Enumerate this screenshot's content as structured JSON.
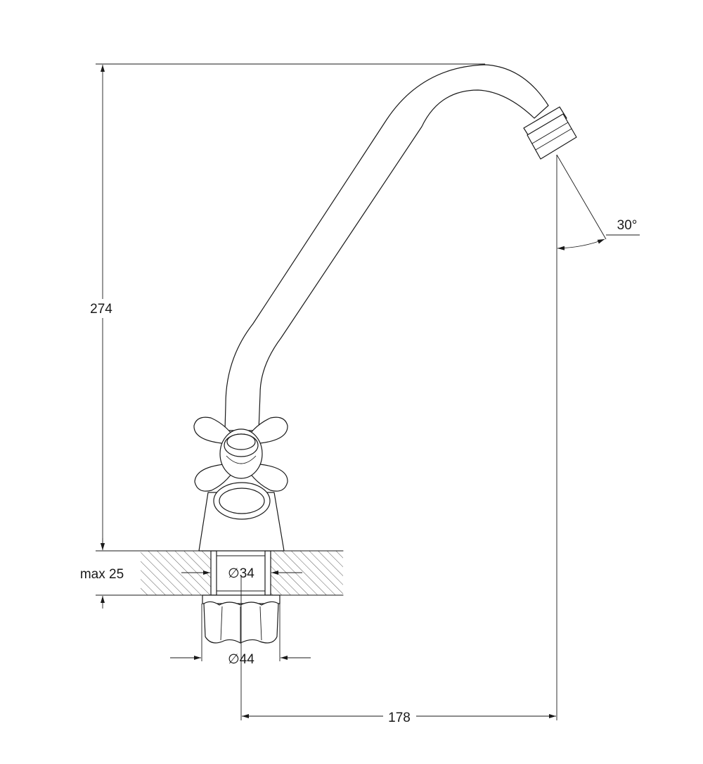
{
  "dimensions": {
    "height": "274",
    "max_thickness": "max 25",
    "hole_diameter": "∅34",
    "base_diameter": "∅44",
    "reach": "178",
    "angle": "30°"
  }
}
